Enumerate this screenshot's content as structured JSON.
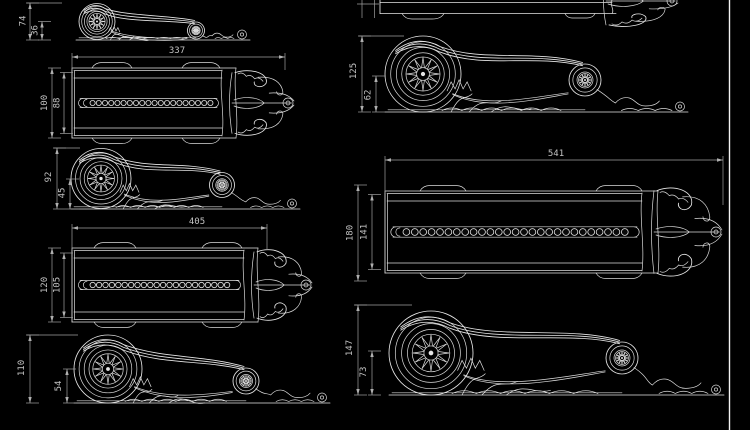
{
  "meta": {
    "description": "Black-background CAD catalog sheet of ornamental carved corbel blocks (scroll volutes with rosettes, acanthus leaves, bead mouldings) shown in side elevation and plan views with dimensions",
    "background": "#000000"
  },
  "colors": {
    "background": "#000000",
    "geometry_line": "#e6e6e6",
    "dimension_line": "#a0a0a0",
    "dimension_text": "#c2c2c2",
    "frame_line": "#f2f2f2"
  },
  "views": {
    "corbel-side-74": {
      "kind": "side elevation",
      "dim_labels": [
        "74",
        "36"
      ]
    },
    "corbel-plan-337": {
      "kind": "plan",
      "length_label": "337",
      "height_labels": [
        "100",
        "88"
      ]
    },
    "corbel-side-92": {
      "kind": "side elevation",
      "dim_labels": [
        "92",
        "45"
      ]
    },
    "corbel-plan-405": {
      "kind": "plan",
      "length_label": "405",
      "height_labels": [
        "120",
        "105"
      ]
    },
    "corbel-side-110": {
      "kind": "side elevation",
      "dim_labels": [
        "110",
        "54"
      ]
    },
    "corbel-plan-partial": {
      "kind": "plan cropped at top edge",
      "dim_labels": []
    },
    "corbel-side-125": {
      "kind": "side elevation",
      "dim_labels": [
        "125",
        "62"
      ]
    },
    "corbel-plan-541": {
      "kind": "plan",
      "length_label": "541",
      "height_labels": [
        "180",
        "141"
      ]
    },
    "corbel-side-147": {
      "kind": "side elevation",
      "dim_labels": [
        "147",
        "73"
      ]
    }
  }
}
